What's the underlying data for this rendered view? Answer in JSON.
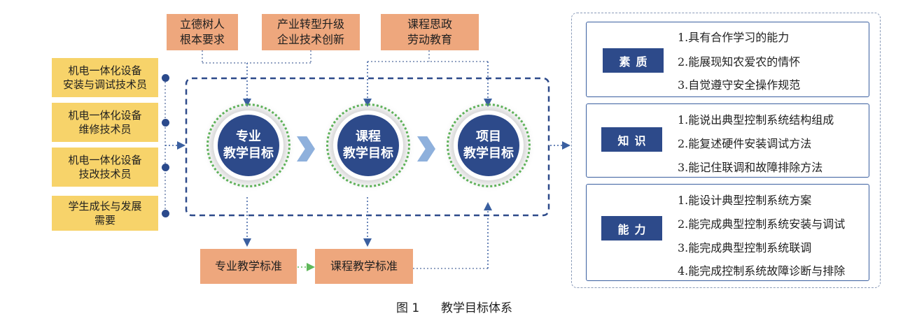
{
  "top_boxes": [
    "立德树人\n根本要求",
    "产业转型升级\n企业技术创新",
    "课程思政\n劳动教育"
  ],
  "left_boxes": [
    "机电一体化设备\n安装与调试技术员",
    "机电一体化设备\n维修技术员",
    "机电一体化设备\n技改技术员",
    "学生成长与发展\n需要"
  ],
  "circles": [
    "专业\n教学目标",
    "课程\n教学目标",
    "项目\n教学目标"
  ],
  "bottom_boxes": [
    "专业教学标准",
    "课程教学标准"
  ],
  "panels": [
    {
      "label": "素质",
      "items": [
        "1.具有合作学习的能力",
        "2.能展现知农爱农的情怀",
        "3.自觉遵守安全操作规范"
      ]
    },
    {
      "label": "知识",
      "items": [
        "1.能说出典型控制系统结构组成",
        "2.能复述硬件安装调试方法",
        "3.能记住联调和故障排除方法"
      ]
    },
    {
      "label": "能力",
      "items": [
        "1.能设计典型控制系统方案",
        "2.能完成典型控制系统安装与调试",
        "3.能完成典型控制系统联调",
        "4.能完成控制系统故障诊断与排除"
      ]
    }
  ],
  "caption": {
    "number": "图 1",
    "title": "教学目标体系"
  },
  "colors": {
    "navy": "#2d4a8a",
    "yellow": "#f7d36a",
    "orange": "#eea77d",
    "green": "#5fb85a",
    "chevron": "#8eb0dc"
  }
}
